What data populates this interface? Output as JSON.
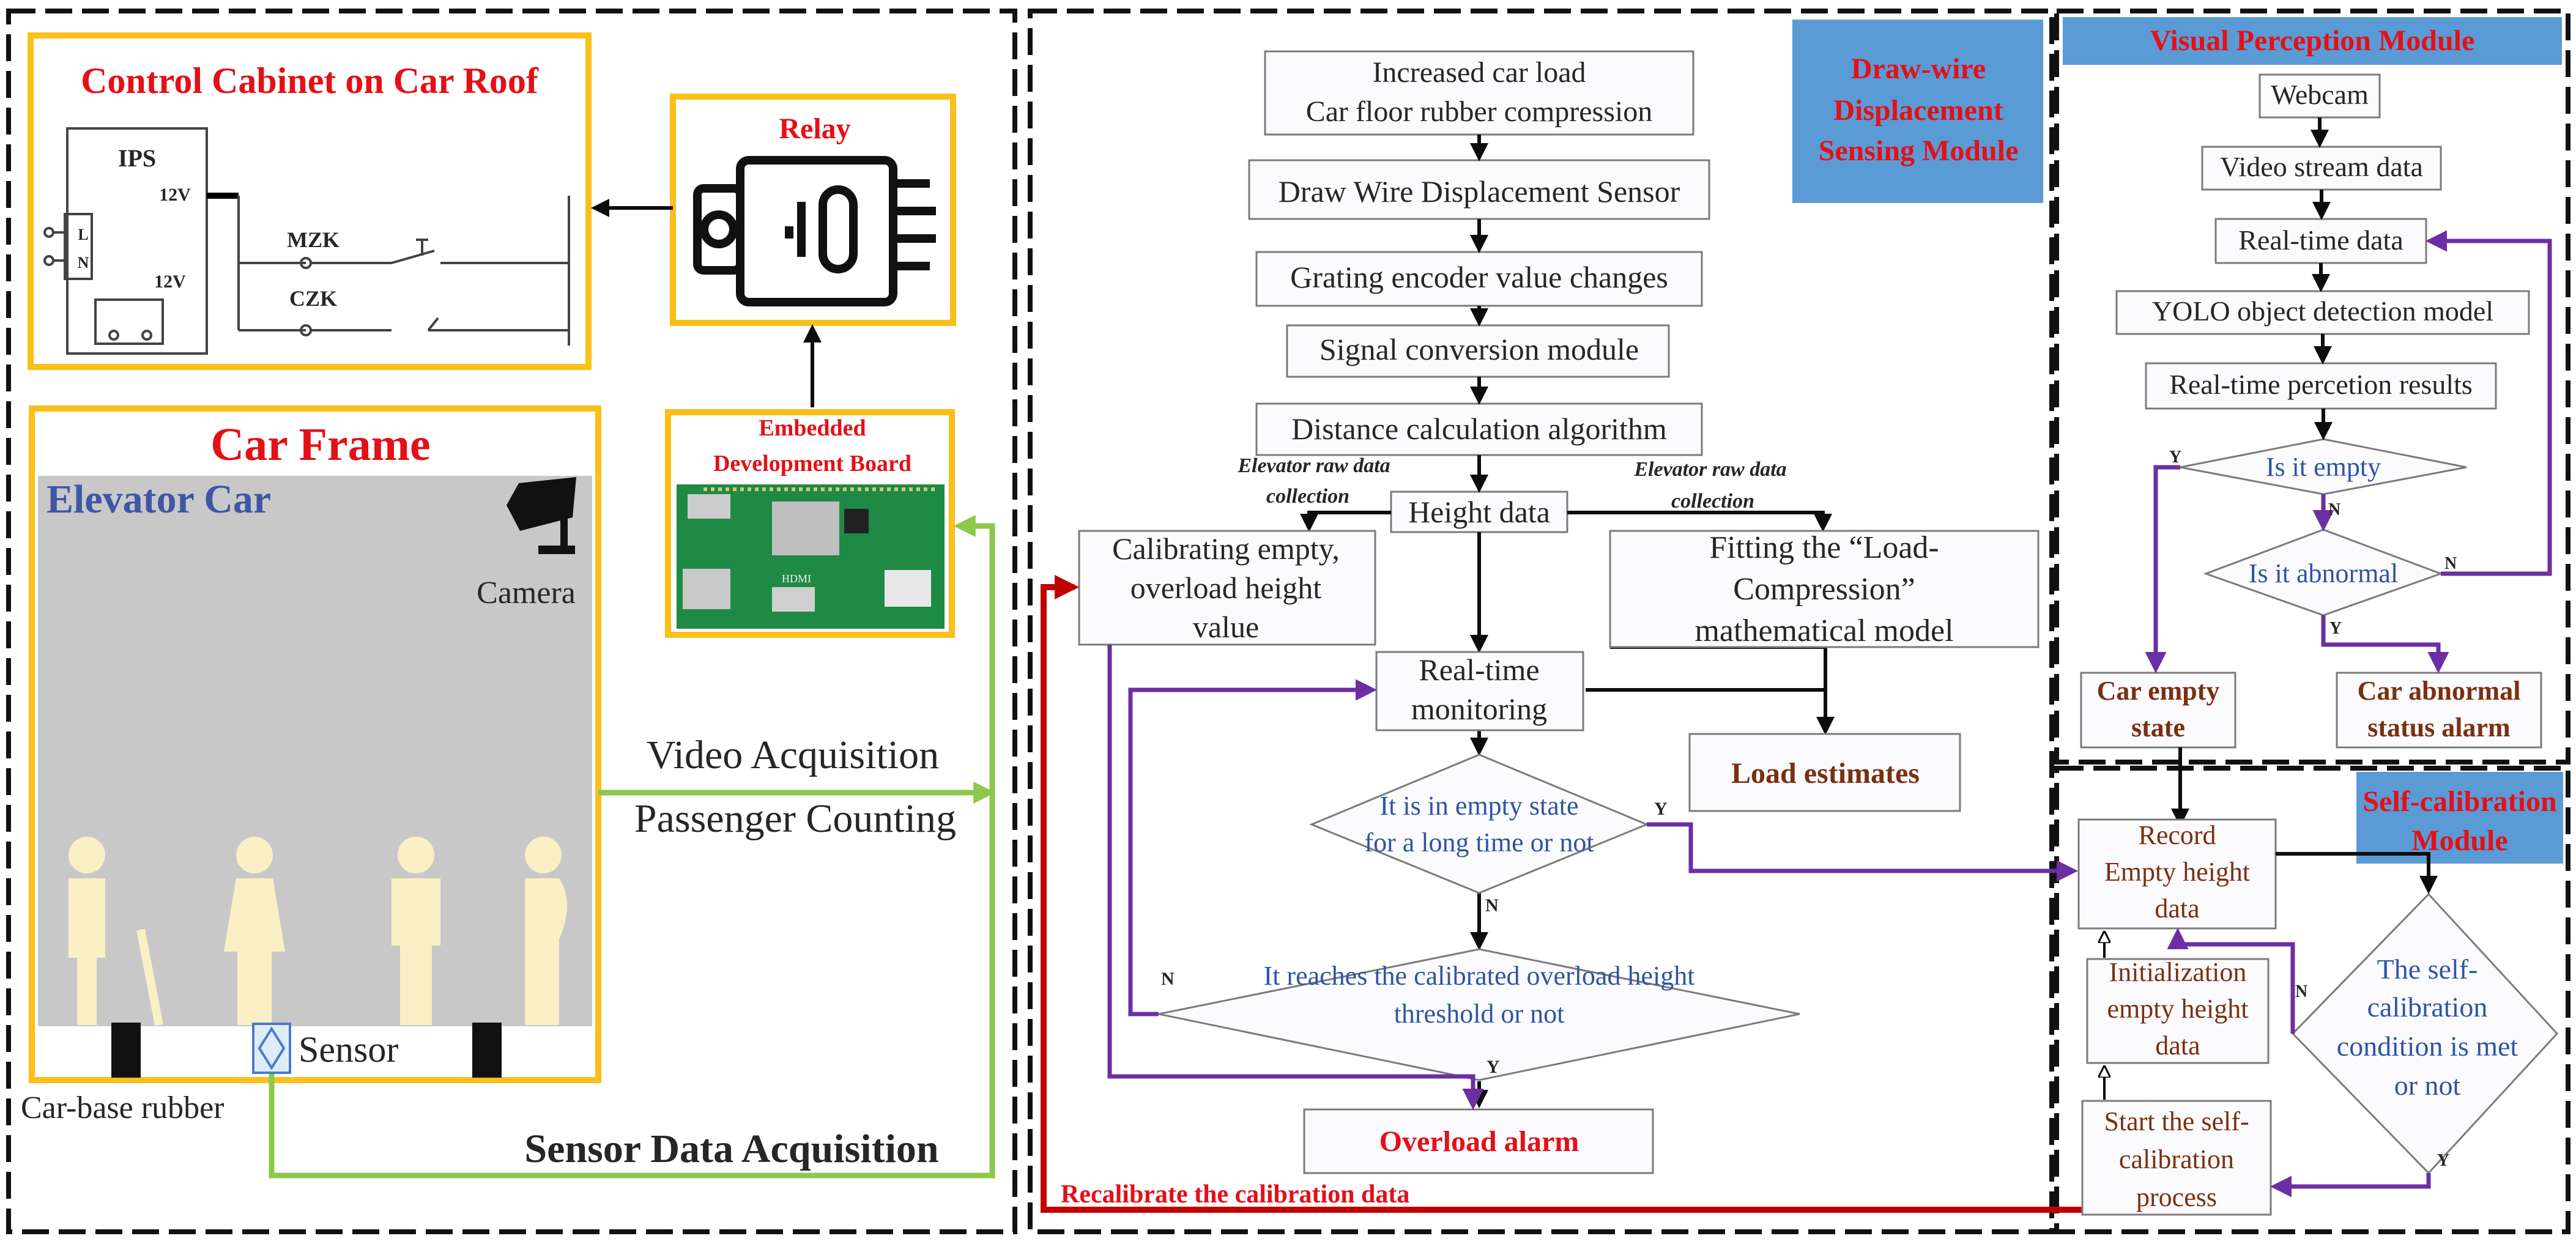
{
  "panels": {
    "control_cabinet": {
      "title": "Control Cabinet on Car Roof",
      "ips_label": "IPS",
      "v12_top": "12V",
      "v12_bottom": "12V",
      "l_label": "L",
      "n_label": "N",
      "mzk_label": "MZK",
      "czk_label": "CZK"
    },
    "relay": {
      "title": "Relay"
    },
    "board": {
      "title_line1": "Embedded",
      "title_line2": "Development Board",
      "hdmi": "HDMI"
    },
    "car_frame": {
      "title": "Car Frame",
      "elevator_car": "Elevator Car",
      "camera": "Camera",
      "sensor": "Sensor",
      "rubber": "Car-base rubber"
    },
    "links": {
      "video_acq": "Video  Acquisition",
      "passenger_count": "Passenger Counting",
      "sensor_acq": "Sensor Data Acquisition",
      "recalibrate": "Recalibrate the calibration data"
    },
    "drawwire": {
      "module_title_1": "Draw-wire",
      "module_title_2": "Displacement",
      "module_title_3": "Sensing  Module",
      "steps": [
        "Increased car load",
        "Car floor rubber compression",
        "Draw Wire Displacement Sensor",
        "Grating encoder value changes",
        "Signal conversion module",
        "Distance calculation algorithm",
        "Height data"
      ],
      "raw_left_1": "Elevator raw data",
      "raw_left_2": "collection",
      "raw_right_1": "Elevator raw data",
      "raw_right_2": "collection",
      "calib_1": "Calibrating empty,",
      "calib_2": "overload height",
      "calib_3": "value",
      "fit_1": "Fitting the “Load-",
      "fit_2": "Compression”",
      "fit_3": "mathematical model",
      "realtime_1": "Real-time",
      "realtime_2": "monitoring",
      "load_est": "Load estimates",
      "dec1_1": "It is in empty state",
      "dec1_2": "for a long time or not",
      "dec2_1": "It reaches the calibrated overload height",
      "dec2_2": "threshold or not",
      "overload": "Overload alarm",
      "y1": "Y",
      "n1": "N",
      "n2": "N",
      "y2": "Y"
    },
    "visual": {
      "title": "Visual Perception Module",
      "steps": [
        "Webcam",
        "Video stream data",
        "Real-time data",
        "YOLO object detection model",
        "Real-time percetion results"
      ],
      "dec_empty": "Is it empty",
      "dec_abnormal": "Is it abnormal",
      "y_left": "Y",
      "n_mid": "N",
      "n_right": "N",
      "y_bottom": "Y",
      "empty_state_1": "Car empty",
      "empty_state_2": "state",
      "abnormal_1": "Car abnormal",
      "abnormal_2": "status alarm"
    },
    "selfcal": {
      "title_1": "Self-calibration",
      "title_2": "Module",
      "record_1": "Record",
      "record_2": "Empty height",
      "record_3": "data",
      "init_1": "Initialization",
      "init_2": "empty height",
      "init_3": "data",
      "start_1": "Start the self-",
      "start_2": "calibration",
      "start_3": "process",
      "cond_1": "The self-",
      "cond_2": "calibration",
      "cond_3": "condition is met",
      "cond_4": "or not",
      "n_label": "N",
      "y_label": "Y"
    }
  },
  "colors": {
    "title_red": "#e41016",
    "module_blue": "#5b9bd5",
    "frame_orange": "#fbbf19",
    "flow_purple": "#6b2fa3",
    "link_green": "#8cc84b",
    "text_blue": "#2f54a3",
    "text_brown": "#7a3010"
  }
}
